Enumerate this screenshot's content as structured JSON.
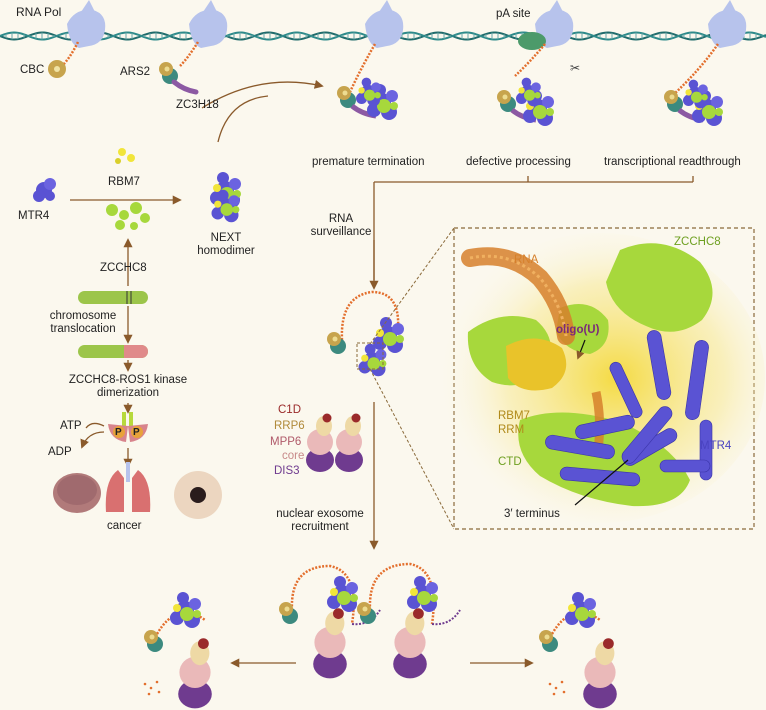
{
  "labels": {
    "rna_pol": "RNA Pol",
    "cbc": "CBC",
    "ars2": "ARS2",
    "zc3h18": "ZC3H18",
    "pa_site": "pA site",
    "premature_termination": "premature termination",
    "defective_processing": "defective processing",
    "transcriptional_readthrough": "transcriptional readthrough",
    "rbm7": "RBM7",
    "mtr4": "MTR4",
    "zcchc8": "ZCCHC8",
    "next_homodimer_1": "NEXT",
    "next_homodimer_2": "homodimer",
    "rna_surveillance_1": "RNA",
    "rna_surveillance_2": "surveillance",
    "chromosome_translocation_1": "chromosome",
    "chromosome_translocation_2": "translocation",
    "kinase_dimerization_1": "ZCCHC8-ROS1 kinase",
    "kinase_dimerization_2": "dimerization",
    "atp": "ATP",
    "adp": "ADP",
    "p": "P",
    "cancer": "cancer",
    "c1d": "C1D",
    "rrp6": "RRP6",
    "mpp6": "MPP6",
    "core": "core",
    "dis3": "DIS3",
    "nuclear_exosome_1": "nuclear exosome",
    "nuclear_exosome_2": "recruitment",
    "inset_rna": "RNA",
    "inset_zcchc8": "ZCCHC8",
    "inset_oligo_u": "oligo(U)",
    "inset_rbm7": "RBM7",
    "inset_rrm": "RRM",
    "inset_ctd": "CTD",
    "inset_mtr4": "MTR4",
    "inset_3terminus": "3′ terminus"
  },
  "colors": {
    "background": "#fbf8ee",
    "dna": "#1f6b6b",
    "rna_pol": "#b7c3ec",
    "cbc": "#c7a44d",
    "ars2": "#3c8a7f",
    "zc3h18": "#8c59a3",
    "mtr4": "#5a53d3",
    "zcchc8": "#a7d83c",
    "rbm7": "#f1e53a",
    "rna": "#e36f2d",
    "c1d": "#9a2a2a",
    "rrp6": "#eed9a5",
    "mpp6_core": "#eab9b9",
    "dis3": "#6f3b8f",
    "arrow": "#8a5a2b",
    "inset_border": "#8a6a3a"
  }
}
